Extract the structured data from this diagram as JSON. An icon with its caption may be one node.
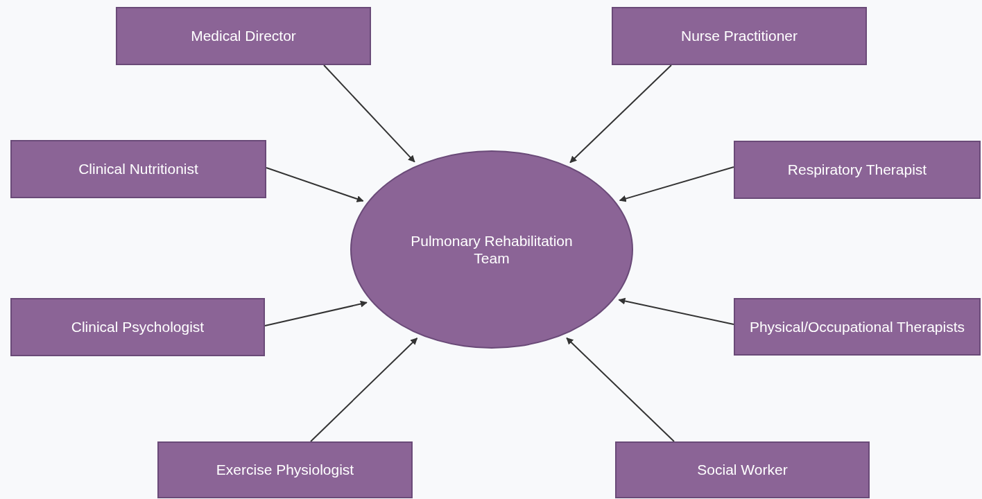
{
  "diagram": {
    "nodes": [
      {
        "text": [
          "Medical Director"
        ]
      },
      {
        "text": [
          "Nurse Practitioner"
        ]
      },
      {
        "text": [
          "Clinical Nutritionist"
        ]
      },
      {
        "text": [
          "Respiratory Therapist"
        ]
      },
      {
        "text": [
          "Pulmonary Rehabilitation Team"
        ]
      },
      {
        "text": [
          "Clinical Psychologist"
        ]
      },
      {
        "text": [
          "Physical/Occupational Therapists"
        ]
      },
      {
        "text": [
          "Exercise Physiologist"
        ]
      },
      {
        "text": [
          "Social Worker"
        ]
      }
    ],
    "edges": [
      {
        "from": 0,
        "to": 4,
        "arrow": "to"
      },
      {
        "from": 1,
        "to": 4,
        "arrow": "to"
      },
      {
        "from": 2,
        "to": 4,
        "arrow": "to"
      },
      {
        "from": 3,
        "to": 4,
        "arrow": "to"
      },
      {
        "from": 5,
        "to": 4,
        "arrow": "to"
      },
      {
        "from": 6,
        "to": 4,
        "arrow": "to"
      },
      {
        "from": 7,
        "to": 4,
        "arrow": "to"
      },
      {
        "from": 8,
        "to": 4,
        "arrow": "to"
      }
    ]
  }
}
